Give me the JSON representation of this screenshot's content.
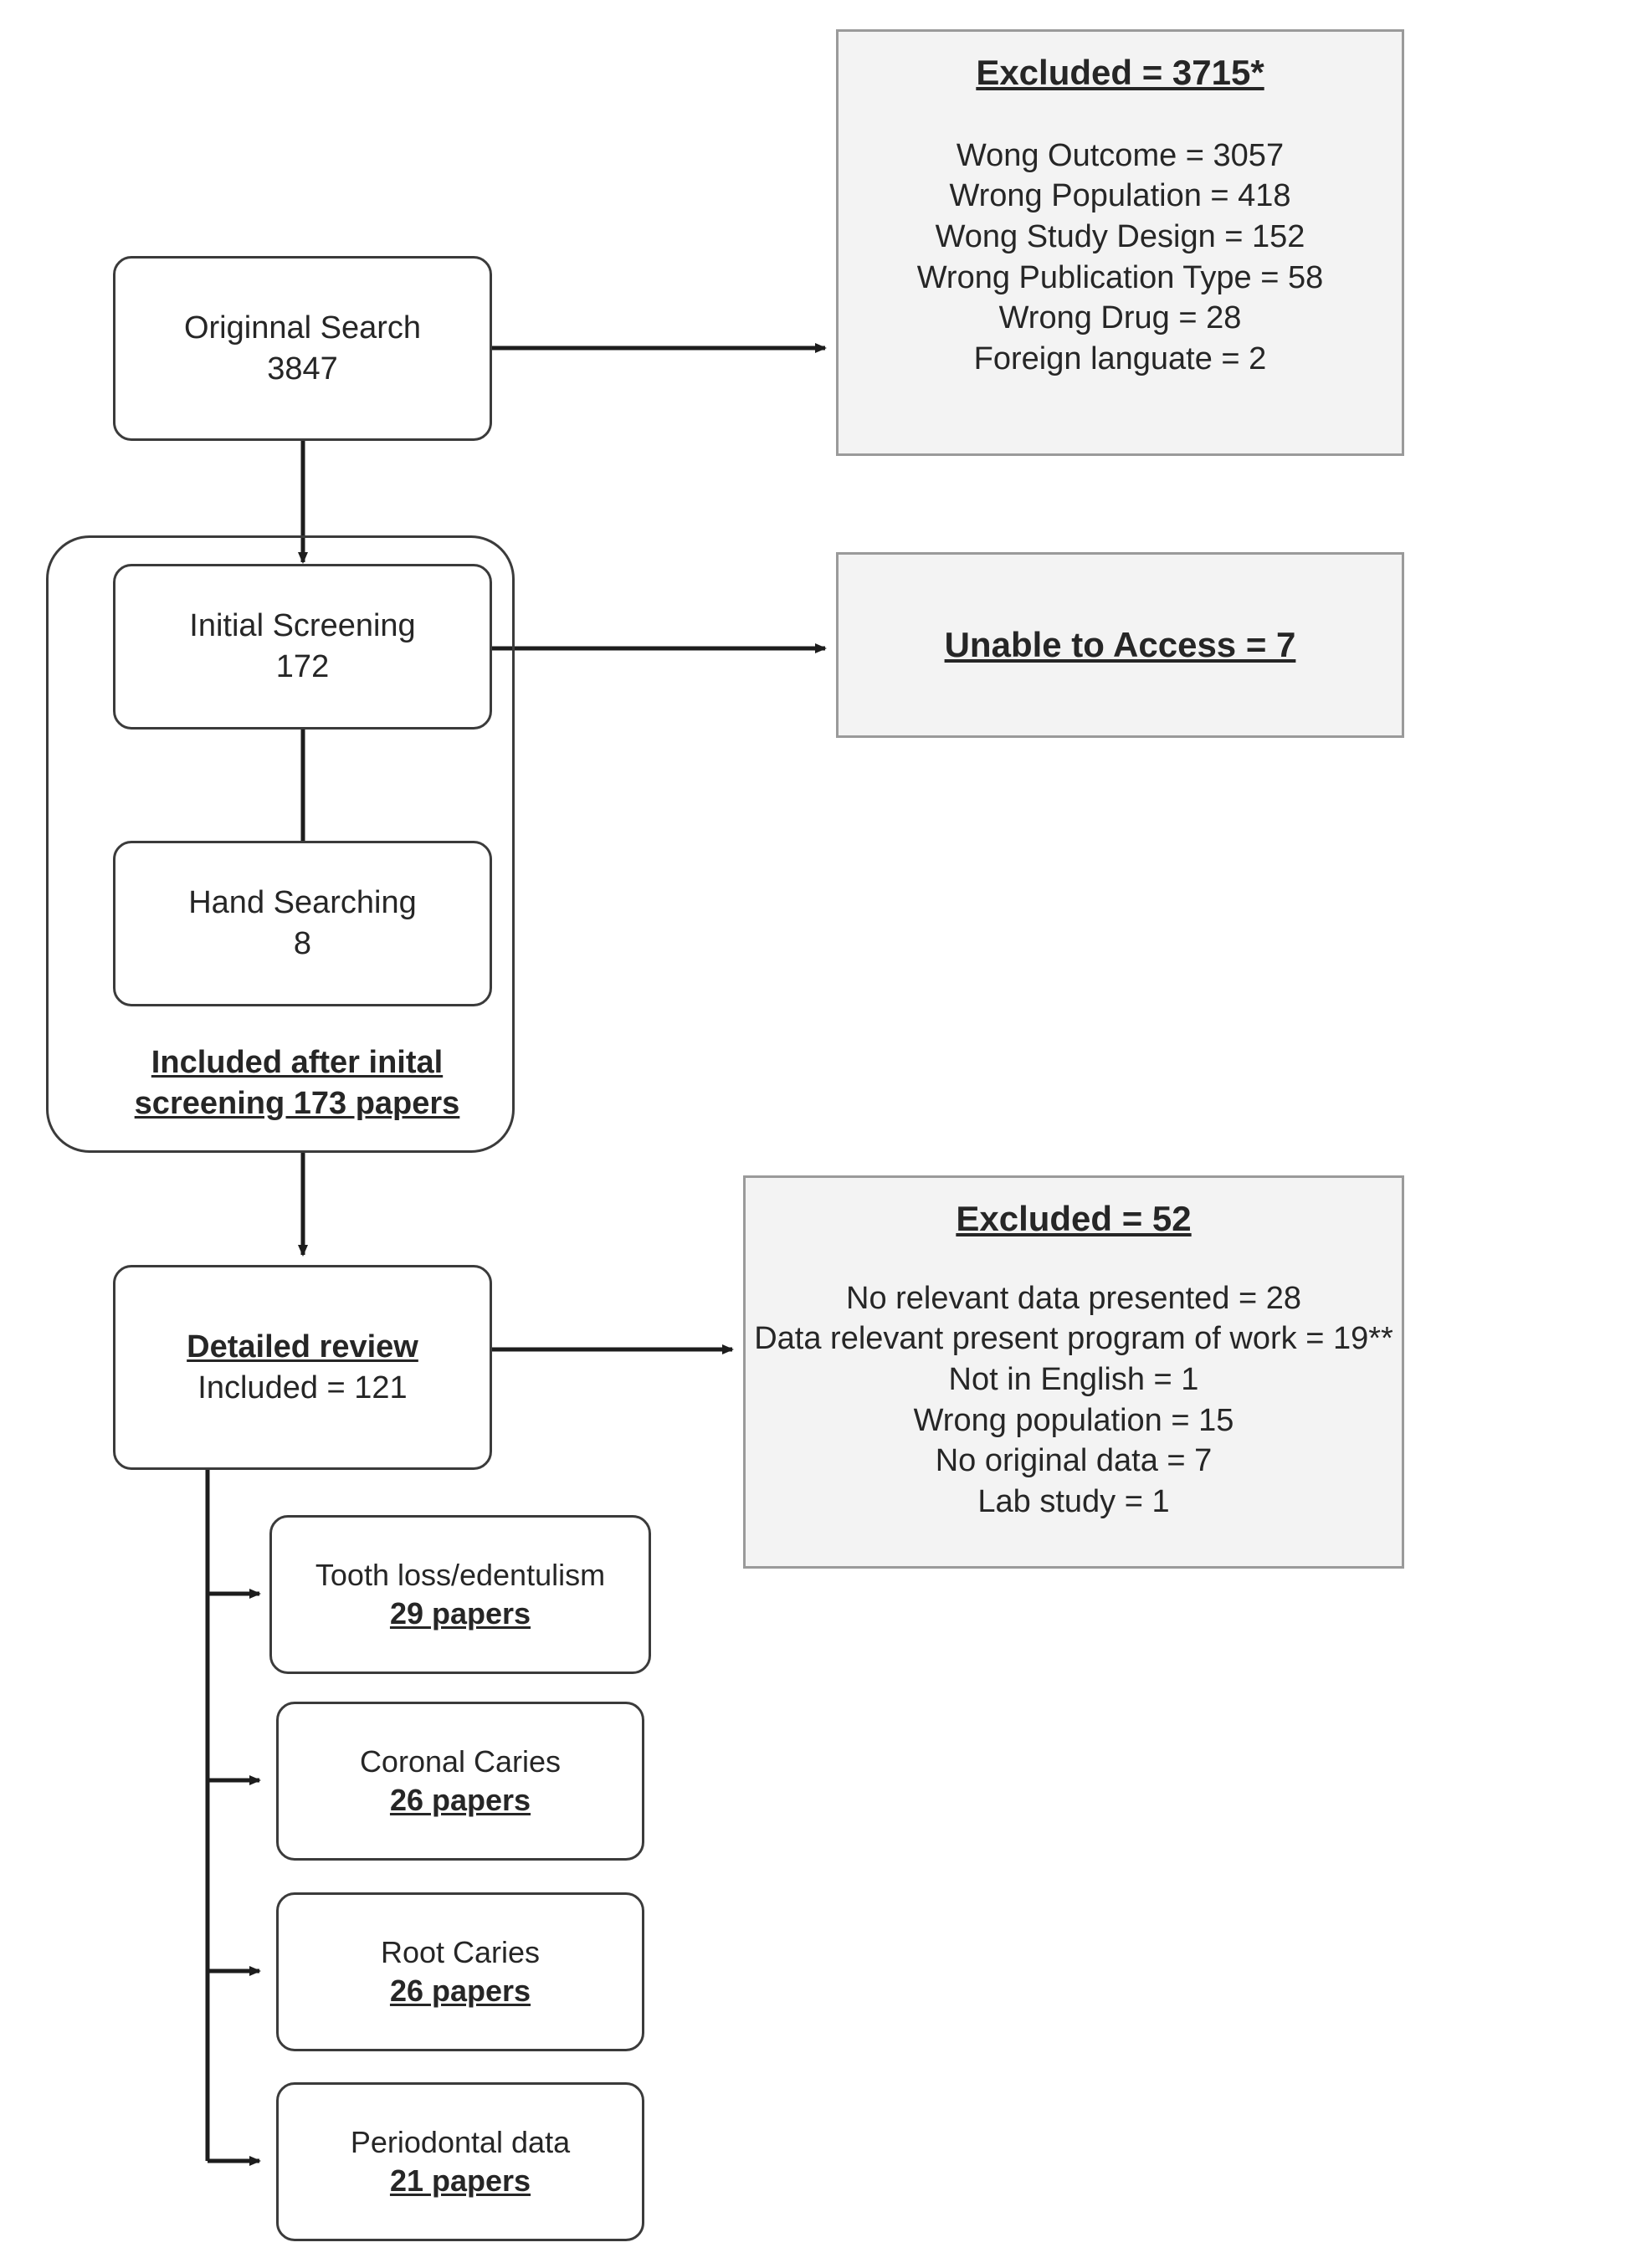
{
  "diagram": {
    "title": "Study selection flow diagram",
    "colors": {
      "node_border": "#3b3b3b",
      "grey_box_fill": "#f3f3f3",
      "grey_box_border": "#9a9a9a",
      "text": "#262626",
      "background": "#ffffff"
    }
  },
  "nodes": {
    "original_search": {
      "label": "Originnal Search",
      "count": "3847"
    },
    "initial_screening": {
      "label": "Initial Screening",
      "count": "172"
    },
    "hand_searching": {
      "label": "Hand Searching",
      "count": "8"
    },
    "included_after_initial": {
      "line1": "Included after inital",
      "line2": "screening 173 papers"
    },
    "detailed_review": {
      "heading": "Detailed review",
      "count_label": "Included = 121"
    }
  },
  "excluded_first": {
    "heading": "Excluded = 3715*",
    "reasons": [
      "Wong Outcome = 3057",
      "Wrong Population = 418",
      "Wong Study Design = 152",
      "Wrong Publication Type = 58",
      "Wrong Drug = 28",
      "Foreign languate = 2"
    ]
  },
  "unable_to_access": {
    "heading": "Unable to Access = 7"
  },
  "excluded_second": {
    "heading": "Excluded = 52",
    "reasons": [
      "No relevant data presented = 28",
      "Data relevant present program of work = 19**",
      "Not in English = 1",
      "Wrong population =  15",
      "No original data = 7",
      "Lab study = 1"
    ]
  },
  "outcomes": [
    {
      "label": "Tooth loss/edentulism",
      "papers": "29 papers"
    },
    {
      "label": "Coronal Caries",
      "papers": "26 papers"
    },
    {
      "label": "Root Caries",
      "papers": "26 papers"
    },
    {
      "label": "Periodontal data",
      "papers": "21 papers"
    }
  ]
}
